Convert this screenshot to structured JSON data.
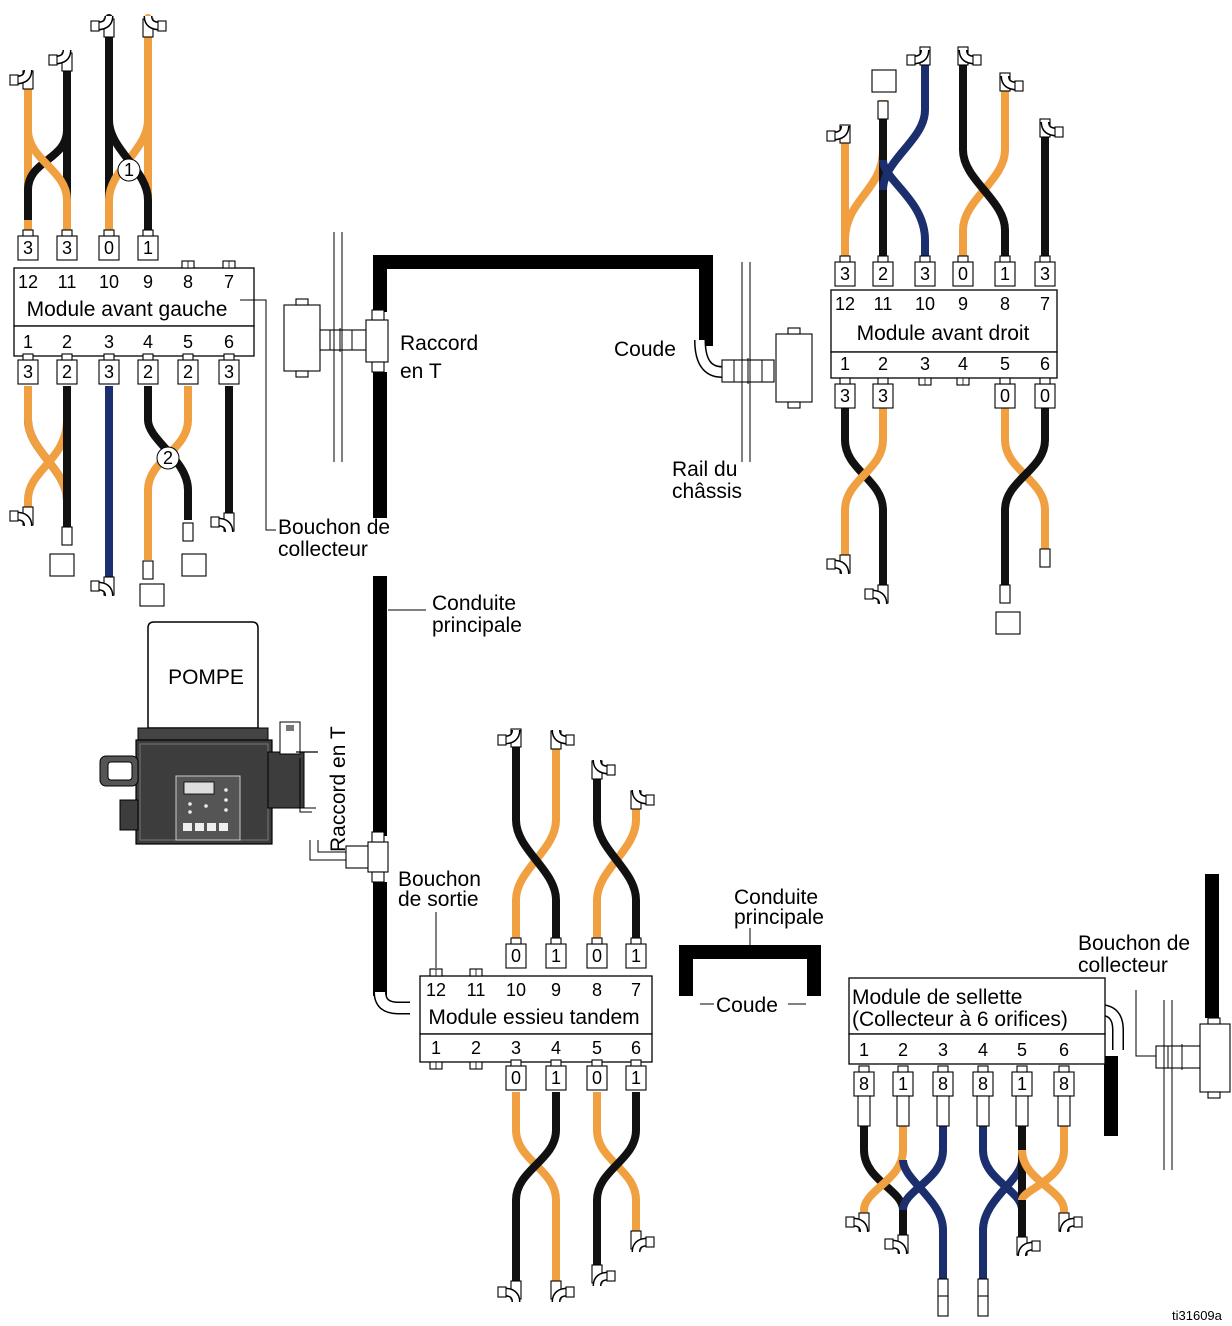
{
  "colors": {
    "orange": "#F0A040",
    "black": "#111111",
    "blue": "#1B2E6E"
  },
  "labels": {
    "raccord_t_1": "Raccord",
    "raccord_t_2": "en T",
    "coude_top": "Coude",
    "rail_1": "Rail du",
    "rail_2": "châssis",
    "bouchon_coll_1": "Bouchon de",
    "bouchon_coll_2": "collecteur",
    "conduite_1": "Conduite",
    "conduite_2": "principale",
    "pompe": "POMPE",
    "raccord_vertical": "Raccord en T",
    "bouchon_sortie_1": "Bouchon",
    "bouchon_sortie_2": "de sortie",
    "coude_bottom": "Coude",
    "ref": "ti31609a"
  },
  "modules": {
    "avant_gauche": {
      "title": "Module avant gauche",
      "top_ports": [
        "12",
        "11",
        "10",
        "9",
        "8",
        "7"
      ],
      "bottom_ports": [
        "1",
        "2",
        "3",
        "4",
        "5",
        "6"
      ],
      "top_metering": [
        "3",
        "3",
        "0",
        "1"
      ],
      "bottom_metering": [
        "3",
        "2",
        "3",
        "2",
        "2",
        "3"
      ],
      "callout_top": "1",
      "callout_bottom": "2"
    },
    "avant_droit": {
      "title": "Module avant droit",
      "top_ports": [
        "12",
        "11",
        "10",
        "9",
        "8",
        "7"
      ],
      "bottom_ports": [
        "1",
        "2",
        "3",
        "4",
        "5",
        "6"
      ],
      "top_metering": [
        "3",
        "2",
        "3",
        "0",
        "1",
        "3"
      ],
      "bottom_metering": [
        "3",
        "3",
        "0",
        "0"
      ]
    },
    "essieu_tandem": {
      "title": "Module essieu tandem",
      "top_ports": [
        "12",
        "11",
        "10",
        "9",
        "8",
        "7"
      ],
      "bottom_ports": [
        "1",
        "2",
        "3",
        "4",
        "5",
        "6"
      ],
      "top_metering": [
        "0",
        "1",
        "0",
        "1"
      ],
      "bottom_metering": [
        "0",
        "1",
        "0",
        "1"
      ]
    },
    "sellette": {
      "title_1": "Module de sellette",
      "title_2": "(Collecteur à 6 orifices)",
      "bottom_ports": [
        "1",
        "2",
        "3",
        "4",
        "5",
        "6"
      ],
      "bottom_metering": [
        "8",
        "1",
        "8",
        "8",
        "1",
        "8"
      ]
    }
  }
}
